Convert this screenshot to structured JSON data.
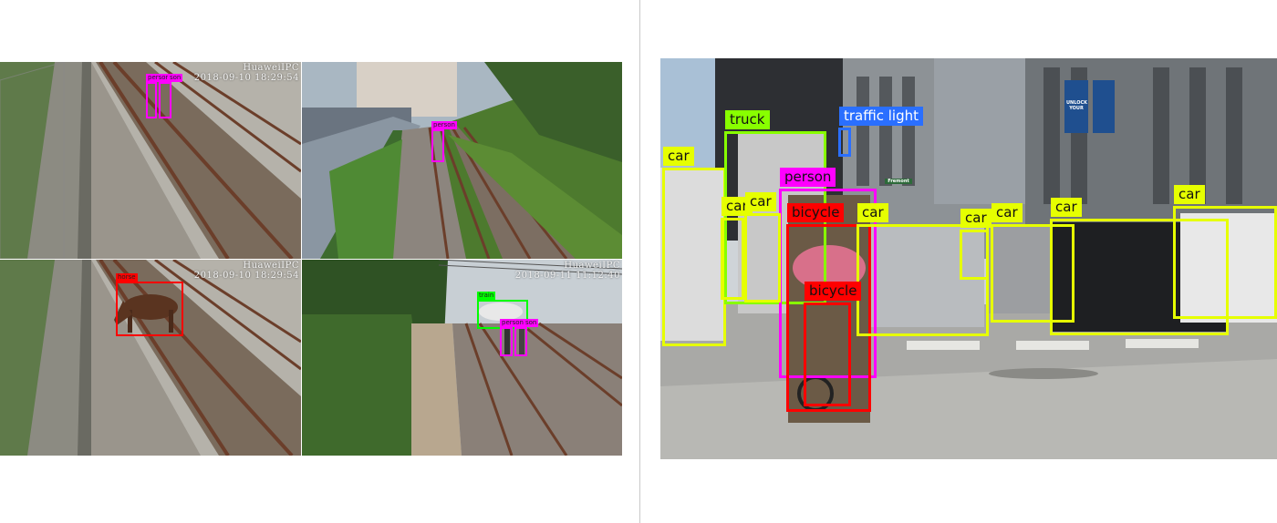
{
  "colors": {
    "person": "#ff00ff",
    "horse": "#ff0000",
    "train": "#00ff00",
    "car": "#e6ff00",
    "truck": "#88ff00",
    "traffic_light": "#2a6fff",
    "bicycle": "#ff0000"
  },
  "camera_panels": {
    "top_left": {
      "overlay": "HuaweiIPC\n2018-09-10 18:29:54",
      "detections": [
        {
          "label": "person",
          "label2": "son"
        }
      ]
    },
    "top_right": {
      "detections": [
        {
          "label": "person"
        }
      ]
    },
    "bottom_left": {
      "overlay": "HuaweiIPC\n2018-09-10 18:29:54",
      "detections": [
        {
          "label": "horse"
        }
      ]
    },
    "bottom_right": {
      "overlay": "HuaweiIPC\n2018-09-11 11:12:40",
      "detections": [
        {
          "label": "train"
        },
        {
          "label": "person"
        },
        {
          "label2": "son"
        }
      ]
    }
  },
  "street_scene": {
    "detections": [
      {
        "label": "car"
      },
      {
        "label": "truck"
      },
      {
        "label": "traffic light"
      },
      {
        "label": "person"
      },
      {
        "label": "car"
      },
      {
        "label": "car"
      },
      {
        "label": "bicycle"
      },
      {
        "label": "car"
      },
      {
        "label": "car"
      },
      {
        "label": "car"
      },
      {
        "label": "car"
      },
      {
        "label": "car"
      },
      {
        "label": "bicycle"
      }
    ],
    "signs": [
      "UNLOCK YOUR",
      "Fremont"
    ]
  }
}
